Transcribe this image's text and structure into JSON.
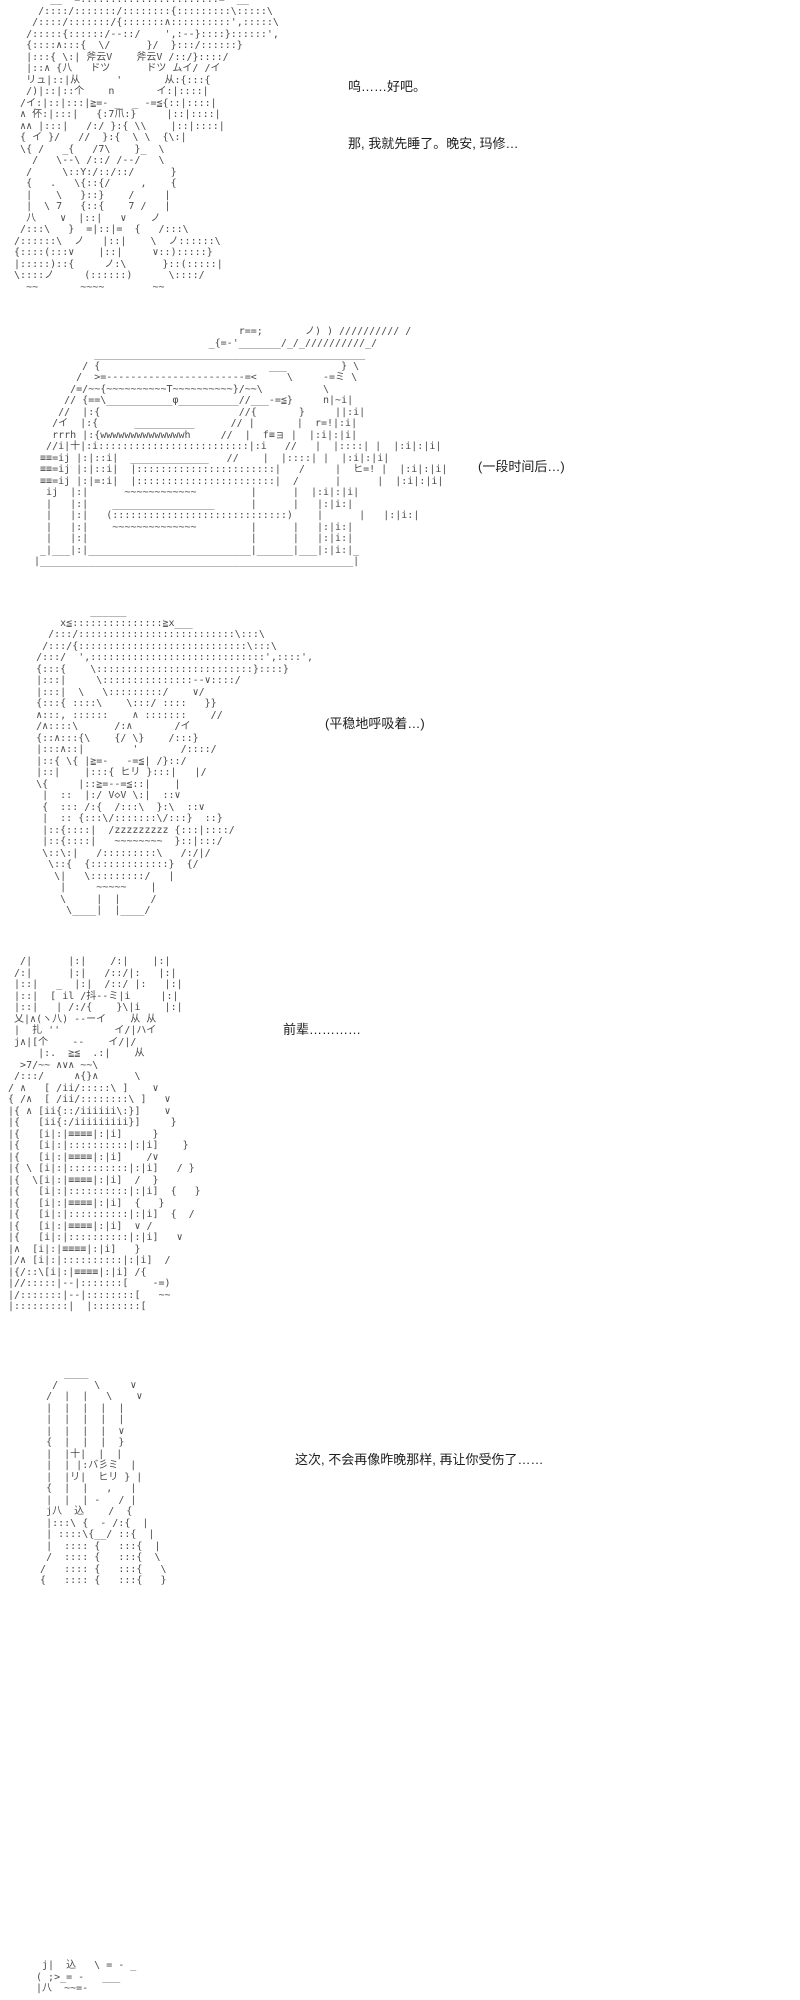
{
  "page": {
    "background": "#ffffff",
    "aa_color": "#4a4a4a",
    "dialogue_color": "#1c1c1c"
  },
  "dialogues": [
    {
      "text": "呜……好吧。"
    },
    {
      "text": "那, 我就先睡了。晚安, 玛修…"
    },
    {
      "text": "(一段时间后…)"
    },
    {
      "text": "(平稳地呼吸着…)"
    },
    {
      "text": "前辈…………"
    },
    {
      "text": "这次, 不会再像昨晚那样, 再让你受伤了……"
    }
  ],
  "panels": [
    {
      "id": "panel-farewell",
      "lines": [
        "        __ -=:::::::::::::::::::::::=- __",
        "      /::::/:::::::/::::::::{:::::::::\\:::::\\",
        "     /::::/:::::::/{:::::::∧::::::::::',:::::\\",
        "    /:::::{::::::/--::/    ',:--}::::}::::::',",
        "    {::::∧:::{  \\/      }/  }:::/::::::}",
        "    |:::{ \\:| 斧云V    斧云V /::/}::::/",
        "    |::∧ {八   ドツ      ドツ ムイ/ /イ",
        "    リュ|::|从      '       从:{:::{",
        "    /)|::|::个    n       イ:|::::|",
        "   /イ:|::|:::|≧=- _  _ -=≦{::|::::|",
        "   ∧ 伓:|:::|   {:7爪:}     |::|::::|",
        "   ∧∧ |:::|   /:/ }:{ \\\\    |::|::::|",
        "   { イ }/   //  }:{  \\ \\  {\\:|",
        "   \\{ /   _{   /7\\    }_  \\",
        "     /   \\--\\ /::/ /--/   \\",
        "    /     \\::Y:/::/::/      }",
        "    {   .   \\{::{/     ,    {",
        "    |    \\   }::}    /     |",
        "    |  \\ 7   {::{    7 /   |",
        "    八    ∨  |::|   ∨    ノ",
        "   /:::\\   }  =|::|=  {   /:::\\",
        "  /::::::\\  ノ   |::|    \\  ノ::::::\\",
        "  {::::(:::∨    |::|     ∨::):::::}",
        "  |:::::)::{     ノ:\\      }::(:::::|",
        "  \\::::ノ     (::::::)      \\::::/",
        "    ~~       ~~~~        ~~"
      ]
    },
    {
      "id": "panel-room-transition",
      "lines": [
        "                                   r==;       ノ) ) ////////// /",
        "                              _{=-'_______/_/_//////////_/",
        "           _____________________________________________",
        "         / {                            ___         } \\",
        "        /  >=-----------------------=<     \\     -=ミ \\",
        "       /=/~~{~~~~~~~~~~T~~~~~~~~~~}/~~\\          \\",
        "      // {==\\___________φ__________//___-=≦}     n|~i|",
        "     //  |:{                       //{       }     ||:i|",
        "    /イ  |:{      __________      // |       |  r=!|:i|",
        "    rrrh |:{wwwwwwwwwwwwwwh     //  |  f≡ョ |  |:i|:|i|",
        "   //i|十|:i:::::::::::::::::::::::::|:i   //   |  |::::| |  |:i|:|i|",
        "  ≡≡=ij |:|::i|  _____________   //    |  |::::| |  |:i|:|i|",
        "  ≡≡=ij |:|::i|  |:::::::::::::::::::::::|   /     |  ヒ=! |  |:i|:|i|",
        "  ≡≡=ij |:|=:i|  |:::::::::::::::::::::::|  /      |      |  |:i|:|i|",
        "   ij  |:|      ~~~~~~~~~~~~         |      |  |:i|:|i|",
        "   |   |:|    _________________      |      |   |:|i:|",
        "   |   |:|   (:::::::::::::::::::::::::::::)    |      |   |:|i:|",
        "   |   |:|    ~~~~~~~~~~~~~~         |      |   |:|i:|",
        "   |   |:|                           |      |   |:|i:|",
        "  _|___|:|___________________________|______|___|:|i:|_",
        " |____________________________________________________|"
      ]
    },
    {
      "id": "panel-sleeping",
      "lines": [
        "             ______",
        "        x≦:::::::::::::::≧x___",
        "      /:::/::::::::::::::::::::::::::\\:::\\",
        "     /:::/{::::::::::::::::::::::::::::\\:::\\",
        "    /:::/  ',:::::::::::::::::::::::::::::',::::',",
        "    {:::{    \\::::::::::::::::::::::::::}::::}",
        "    |:::|     \\:::::::::::::::--∨::::/",
        "    |:::|  \\   \\:::::::::/    ∨/",
        "    {:::{ ::::\\    \\:::/ ::::   }}",
        "    ∧:::, ::::::    ∧ :::::::    //",
        "    /∧::::\\      /:∧       /イ",
        "    {::∧:::{\\    {/ \\}    /:::}",
        "    |:::∧::|        '       /::::/",
        "    |::{ \\{ |≧=-   -=≦| /}::/",
        "    |::|    |:::{ ヒリ }:::|   |/",
        "    \\{     |::≧=--=≦::|    |",
        "     |  ::  |:/ V◇V \\:|  ::∨",
        "     {  ::: /:{  /:::\\  }:\\  ::∨",
        "     |  :: {:::\\/:::::::\\/:::}  ::}",
        "     |::{::::|  /zzzzzzzzz {:::|::::/",
        "     |::{::::|   ~~~~~~~~  }::|:::/",
        "     \\::\\:|   /:::::::::\\   /:/|/",
        "      \\::{  {:::::::::::::}  {/",
        "       \\|   \\:::::::::/   |",
        "        |     ~~~~~    |",
        "        \\     |  |     /",
        "         \\____|  |____/"
      ]
    },
    {
      "id": "panel-senpai",
      "lines": [
        "   /|      |:|    /:|    |:|",
        "  /:|      |:|   /::/|:   |:|",
        "  |::|   _  |:|  /::/ |:   |:|",
        "  |::|  [ il /抖--ミ|i     |:|",
        "  |::|   | /:/{    }\\|i    |:|",
        "  乂|∧(ヽ八) --ーイ    从 从",
        "  |  扎 ''         イ/|ハイ",
        "  j∧|[个    --    イ/|/",
        "      |:.  ≧≦  .:|    从",
        "   >7/~~ ∧∨∧ ~~\\",
        "  /:::/     ∧{}∧      \\",
        " / ∧   [ /ii/:::::\\ ]    ∨",
        " { /∧  [ /ii/::::::::\\ ]   ∨",
        " |{ ∧ [ii{::/iiiiii\\:}]    ∨",
        " |{   [ii{:/iiiiiiiii}]     }",
        " |{   [i|:|≡≡≡≡|:|i]     }",
        " |{   [i|:|::::::::::|:|i]    }",
        " |{   [i|:|≡≡≡≡|:|i]    /∨",
        " |{ \\ [i|:|::::::::::|:|i]   / }",
        " |{  \\[i|:|≡≡≡≡|:|i]  /  }",
        " |{   [i|:|::::::::::|:|i]  {   }",
        " |{   [i|:|≡≡≡≡|:|i]  {   }",
        " |{   [i|:|::::::::::|:|i]  {  /",
        " |{   [i|:|≡≡≡≡|:|i]  ∨ /",
        " |{   [i|:|::::::::::|:|i]   ∨",
        " |∧  [i|:|≡≡≡≡|:|i]   }",
        " |/∧ [i|:|::::::::::|:|i]  /",
        " |{/::\\[i|:|≡≡≡≡|:|i] /{",
        " |//:::::|--|:::::::[    -=)",
        " |/:::::::|--|::::::::[   ~~",
        " |:::::::::|  |::::::::["
      ]
    },
    {
      "id": "panel-promise",
      "lines": [
        "       ____",
        "     /      \\     ∨",
        "    /  |  |   \\    ∨",
        "    |  |  |  |  |",
        "    |  |  |  |  |",
        "    |  |  |  |  ∨",
        "    {  |  |  |  }",
        "    |  |十|  |  |",
        "    |  | |:バ彡ミ  |",
        "    |  |リ|  ヒリ } |",
        "    {  |  |   ,   |",
        "    |  |  | -   / |",
        "    j八  込    /  {",
        "    |:::\\ {  - /:{  |",
        "    | ::::\\{__/ ::{  |",
        "    |  :::: {   :::{  |",
        "    /  :::: {   :::{  \\",
        "   /   :::: {   :::{   \\",
        "   {   :::: {   :::{   }"
      ]
    },
    {
      "id": "panel-bottom-fragment",
      "lines": [
        "  j|  込   \\ = - _",
        " ( ;>_= -   ___",
        " |八  ~~=-"
      ]
    }
  ]
}
